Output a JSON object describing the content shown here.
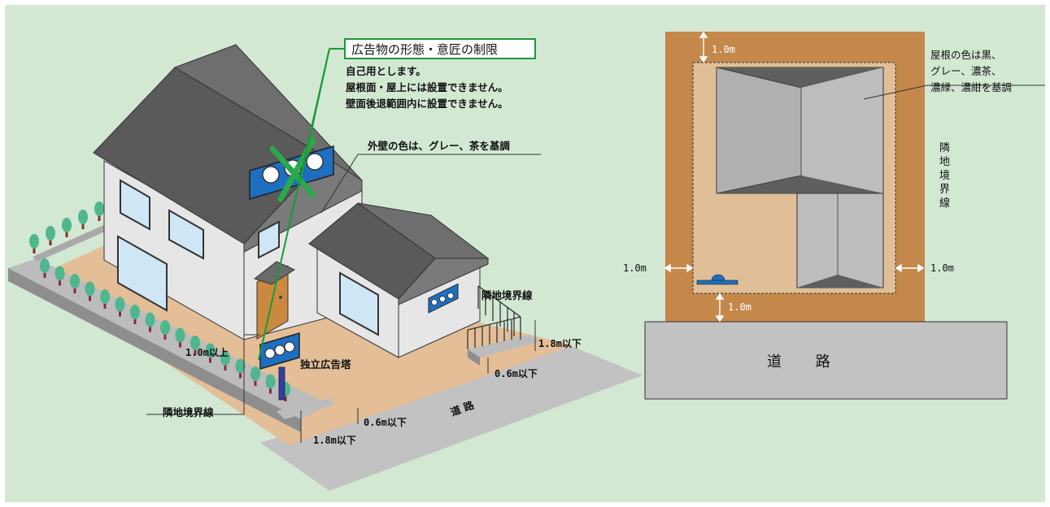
{
  "title_box": "広告物の形態・意匠の制限",
  "restrictions": [
    "自己用とします。",
    "屋根面・屋上には設置できません。",
    "壁面後退範囲内に設置できません。"
  ],
  "wall_color_note": "外壁の色は、グレー、茶を基調",
  "freestanding_sign": "独立広告塔",
  "setback_label": "1.0m以上",
  "boundary_left": "隣地境界線",
  "boundary_right": "隣地境界線",
  "fence_height_right": "1.8m以下",
  "base_height_right": "0.6m以下",
  "base_height_front": "0.6m以下",
  "fence_height_front": "1.8m以下",
  "road_iso": "道 路",
  "plan": {
    "top_dim": "1.0m",
    "left_dim": "1.0m",
    "right_dim": "1.0m",
    "bottom_dim": "1.0m",
    "roof_color_note": [
      "屋根の色は黒、",
      "グレー、濃茶、",
      "濃緑、濃紺を基調"
    ],
    "boundary_vertical": "隣地境界線",
    "road": "道 路"
  },
  "colors": {
    "background": "#d2e8d3",
    "ground": "#e3be97",
    "lot_brown": "#c5884b",
    "lot_inner": "#e0bf98",
    "road_gray": "#c2c2c2",
    "roof_dark": "#5a5a5a",
    "wall": "#e6e6e6",
    "sign_blue": "#1f6fc0",
    "cross_green": "#2aa84a",
    "tree_green": "#4fb68d",
    "tree_trunk": "#8b2a3a"
  }
}
